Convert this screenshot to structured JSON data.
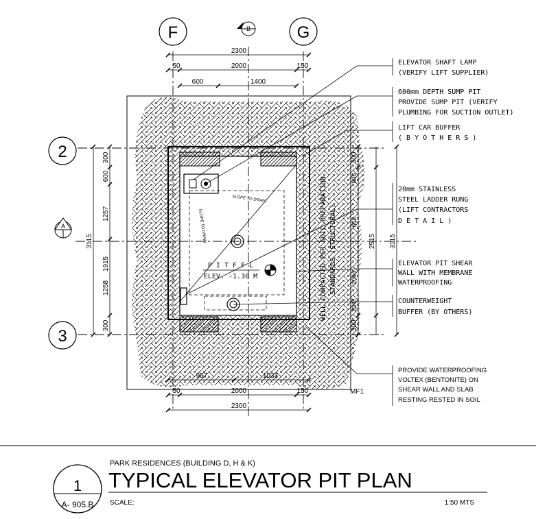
{
  "grid": {
    "col_f": "F",
    "col_g": "G",
    "row_2": "2",
    "row_3": "3",
    "section_b": "B",
    "section_a": "A"
  },
  "dims": {
    "top_overall": "2300",
    "top_left_50": "50",
    "top_inner": "2000",
    "top_right_150": "150",
    "top_600": "600",
    "top_1400": "1400",
    "bottom_967": "967",
    "bottom_1033": "1033",
    "bottom_50": "50",
    "bottom_inner": "2000",
    "bottom_150": "150",
    "bottom_overall": "2300",
    "left_overall": "3115",
    "left_300_top": "300",
    "left_1257": "1257",
    "left_600": "600",
    "left_1258": "1258",
    "left_1915": "1915",
    "left_300_bottom": "300",
    "right_300_top": "300",
    "right_2515": "2515",
    "right_3115": "3115",
    "right_300_bottom": "300",
    "right_inner_a": "600",
    "right_inner_b": "662",
    "right_inner_c": "2094",
    "right_inner_d": "2047"
  },
  "plan": {
    "pit_ffl": "P I T   F F L",
    "elev": "ELEV. -1.30 M",
    "slope_1": "SLOPE TO DRAIN",
    "slope_2": "SLOPE TO DRAIN",
    "soil_note_1": "WELL COMPACTED PER SOIL PREPARATION",
    "soil_note_2": "STANDARDS (STRUCTURAL)",
    "mf1": "MF1"
  },
  "notes": [
    {
      "lines": [
        "ELEVATOR SHAFT LAMP",
        "(VERIFY LIFT SUPPLIER)"
      ]
    },
    {
      "lines": [
        "600mm DEPTH SUMP PIT",
        "PROVIDE SUMP PIT (VERIFY",
        "PLUMBING FOR SUCTION OUTLET)"
      ]
    },
    {
      "lines": [
        "LIFT CAR BUFFER",
        "( B Y   O T H E R S )"
      ]
    },
    {
      "lines": [
        "20mm STAINLESS",
        "STEEL LADDER RUNG",
        "(LIFT CONTRACTORS",
        "D  E  T  A  I  L  )"
      ]
    },
    {
      "lines": [
        "ELEVATOR PIT SHEAR",
        "WALL WITH MEMBRANE",
        "WATERPROOFING"
      ]
    },
    {
      "lines": [
        "COUNTERWEIGHT",
        "BUFFER (BY OTHERS)"
      ]
    },
    {
      "lines": [
        "PROVIDE WATERPROOFING",
        "VOLTEX (BENTONITE) ON",
        "SHEAR WALL AND SLAB",
        "RESTING RESTED IN SOIL"
      ]
    }
  ],
  "title_block": {
    "detail_number": "1",
    "sheet": "A- 905.B",
    "project": "PARK RESIDENCES (BUILDING D, H & K)",
    "title": "TYPICAL ELEVATOR PIT PLAN",
    "scale_label": "SCALE:",
    "scale_value": "1:50 MTS"
  }
}
